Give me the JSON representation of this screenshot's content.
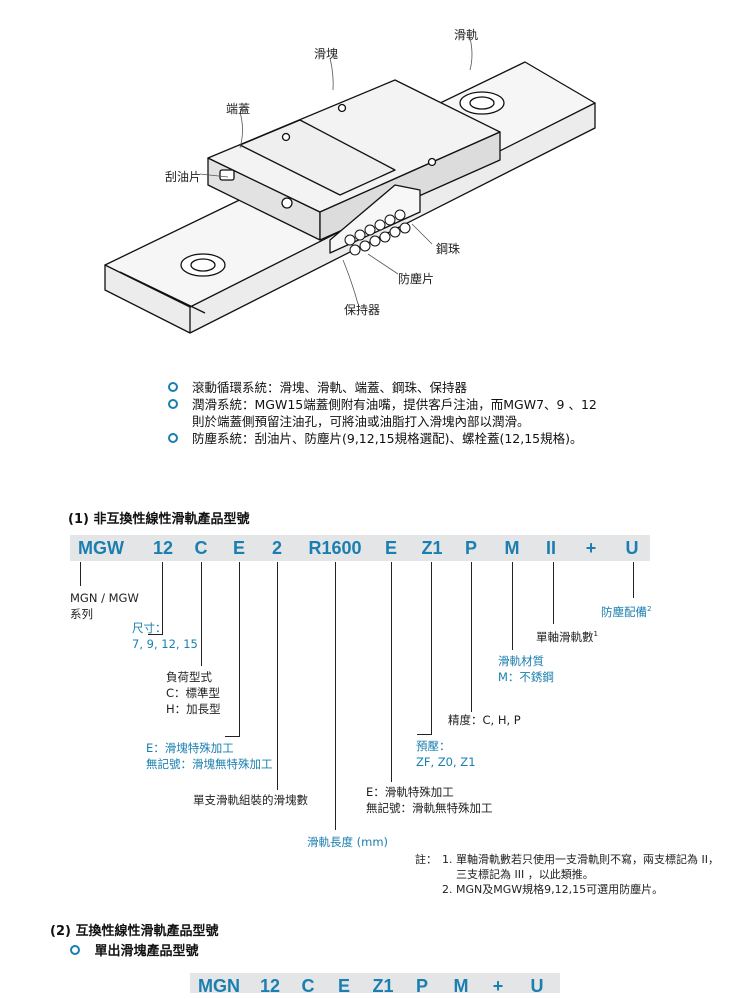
{
  "diagram_labels": {
    "rail": "滑軌",
    "block": "滑塊",
    "end_cap": "端蓋",
    "scraper": "刮油片",
    "steel_ball": "鋼珠",
    "dust_plate": "防塵片",
    "retainer": "保持器"
  },
  "features": [
    "滾動循環系統：滑塊、滑軌、端蓋、鋼珠、保持器",
    "潤滑系統：MGW15端蓋側附有油嘴，提供客戶注油，而MGW7、9 、12",
    "則於端蓋側預留注油孔，可將油或油脂打入滑塊內部以潤滑。",
    "防塵系統：刮油片、防塵片(9,12,15規格選配)、螺栓蓋(12,15規格)。"
  ],
  "section1": {
    "title": "(1) 非互換性線性滑軌產品型號",
    "codes": [
      "MGW",
      "12",
      "C",
      "E",
      "2",
      "R1600",
      "E",
      "Z1",
      "P",
      "M",
      "II",
      "+",
      "U"
    ],
    "captions": {
      "series": [
        "MGN / MGW",
        "系列"
      ],
      "size": [
        "尺寸：",
        "7, 9, 12, 15"
      ],
      "load": [
        "負荷型式",
        "C：標準型",
        "H：加長型"
      ],
      "block_special": [
        "E：滑塊特殊加工",
        "無記號：滑塊無特殊加工"
      ],
      "blocks_per_rail": "單支滑軌組裝的滑塊數",
      "rail_length": "滑軌長度 (mm)",
      "rail_special": [
        "E：滑軌特殊加工",
        "無記號：滑軌無特殊加工"
      ],
      "preload": [
        "預壓：",
        "ZF, Z0, Z1"
      ],
      "precision": "精度：C, H, P",
      "material": [
        "滑軌材質",
        "M：不銹鋼"
      ],
      "rails_per_axis": "單軸滑軌數",
      "rails_per_axis_sup": "1",
      "dust": "防塵配備",
      "dust_sup": "2"
    },
    "notes_label": "註：",
    "notes": [
      "1. 單軸滑軌數若只使用一支滑軌則不寫，兩支標記為 II，",
      "三支標記為 III ，以此類推。",
      "2. MGN及MGW規格9,12,15可選用防塵片。"
    ]
  },
  "section2": {
    "title": "(2) 互換性線性滑軌產品型號",
    "subtitle": "單出滑塊產品型號",
    "codes": [
      "MGN",
      "12",
      "C",
      "E",
      "Z1",
      "P",
      "M",
      "+",
      "U"
    ]
  }
}
